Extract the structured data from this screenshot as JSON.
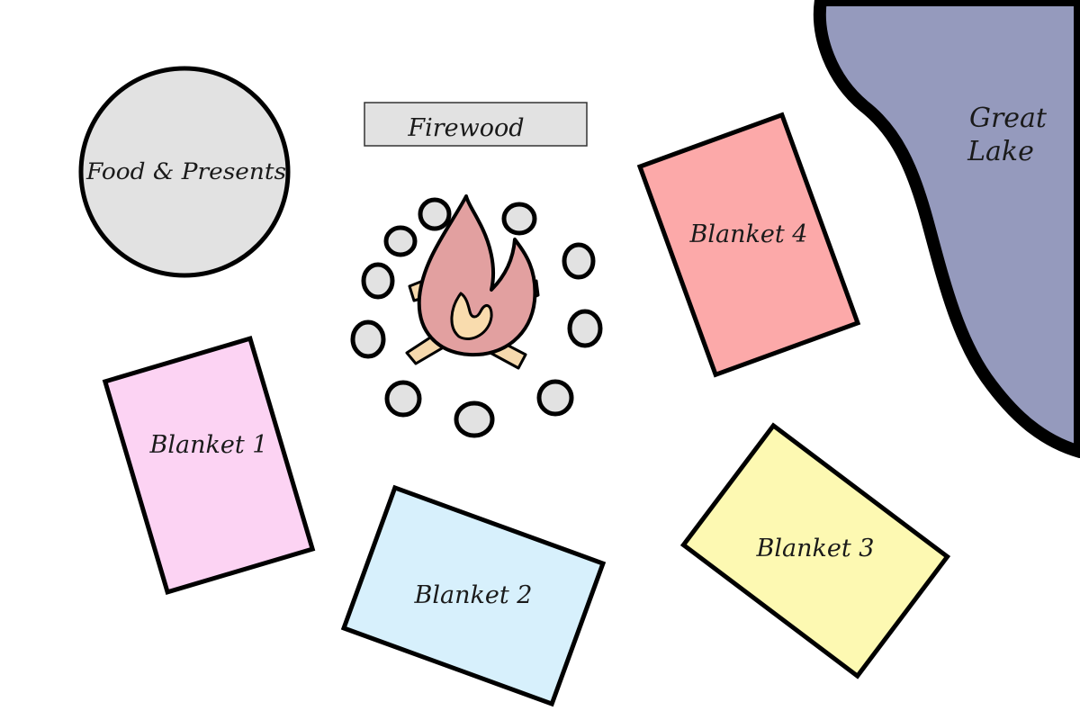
{
  "labels": {
    "lake_line1": "Great",
    "lake_line2": "Lake",
    "food": "Food & Presents",
    "firewood": "Firewood",
    "blanket1": "Blanket 1",
    "blanket2": "Blanket 2",
    "blanket3": "Blanket 3",
    "blanket4": "Blanket 4"
  },
  "colors": {
    "lake": "#959abd",
    "food": "#e2e2e2",
    "firewood": "#e2e2e2",
    "stone": "#e2e2e2",
    "flame": "#e2a0a0",
    "flame_core": "#f9dcae",
    "log": "#f6d9ad",
    "blanket1": "#fcd3f3",
    "blanket2": "#d7f0fc",
    "blanket3": "#fdf9b2",
    "blanket4": "#fca9a9"
  }
}
